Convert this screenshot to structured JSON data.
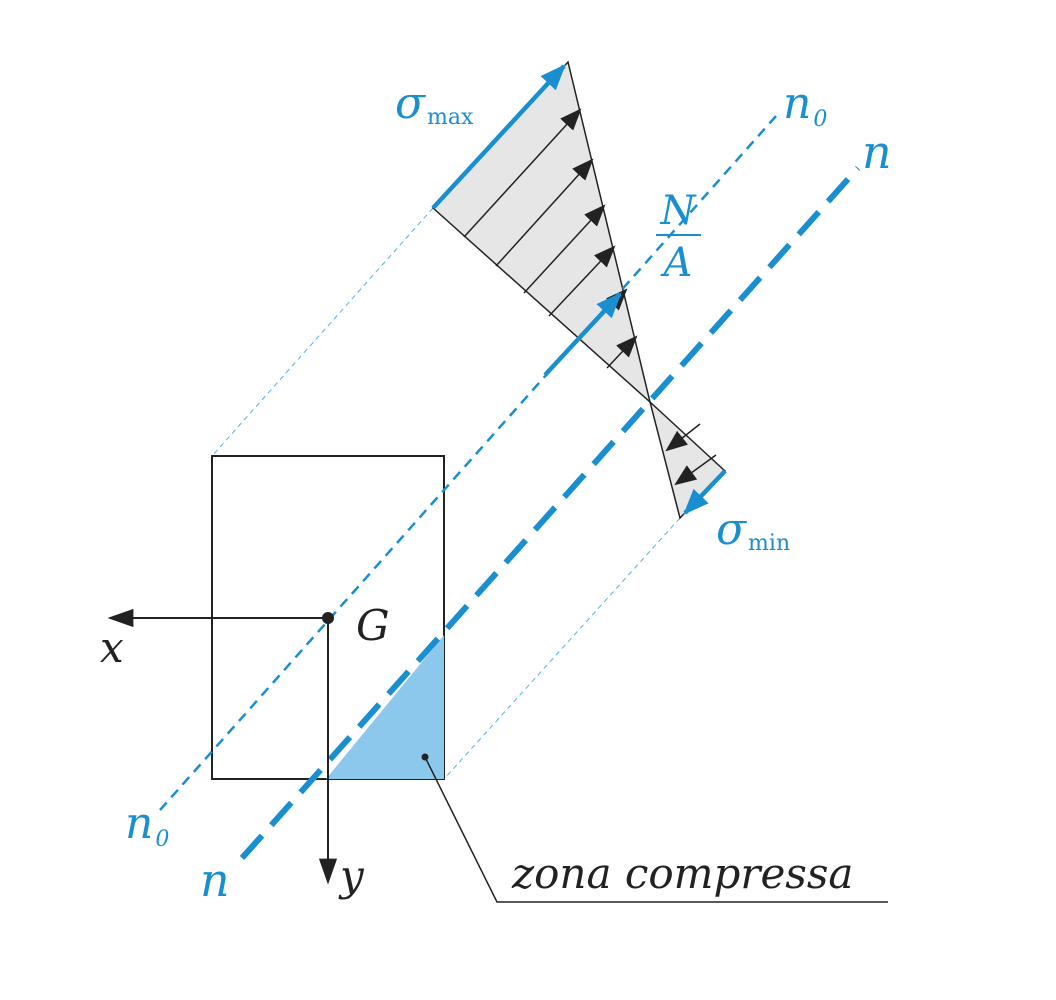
{
  "labels": {
    "sigma_max": {
      "symbol": "σ",
      "sub": "max"
    },
    "sigma_min": {
      "symbol": "σ",
      "sub": "min"
    },
    "n0_top": {
      "symbol": "n",
      "sub": "0"
    },
    "n0_bottom": {
      "symbol": "n",
      "sub": "0"
    },
    "n_top": "n",
    "n_bottom": "n",
    "N_over_A": {
      "num": "N",
      "den": "A"
    },
    "G": "G",
    "x": "x",
    "y": "y",
    "zona": "zona compressa"
  },
  "colors": {
    "accent": "#1a8fd0",
    "fill_light": "#e6e6e6",
    "fill_compressed": "#8cc8ec",
    "stroke": "#222222"
  }
}
